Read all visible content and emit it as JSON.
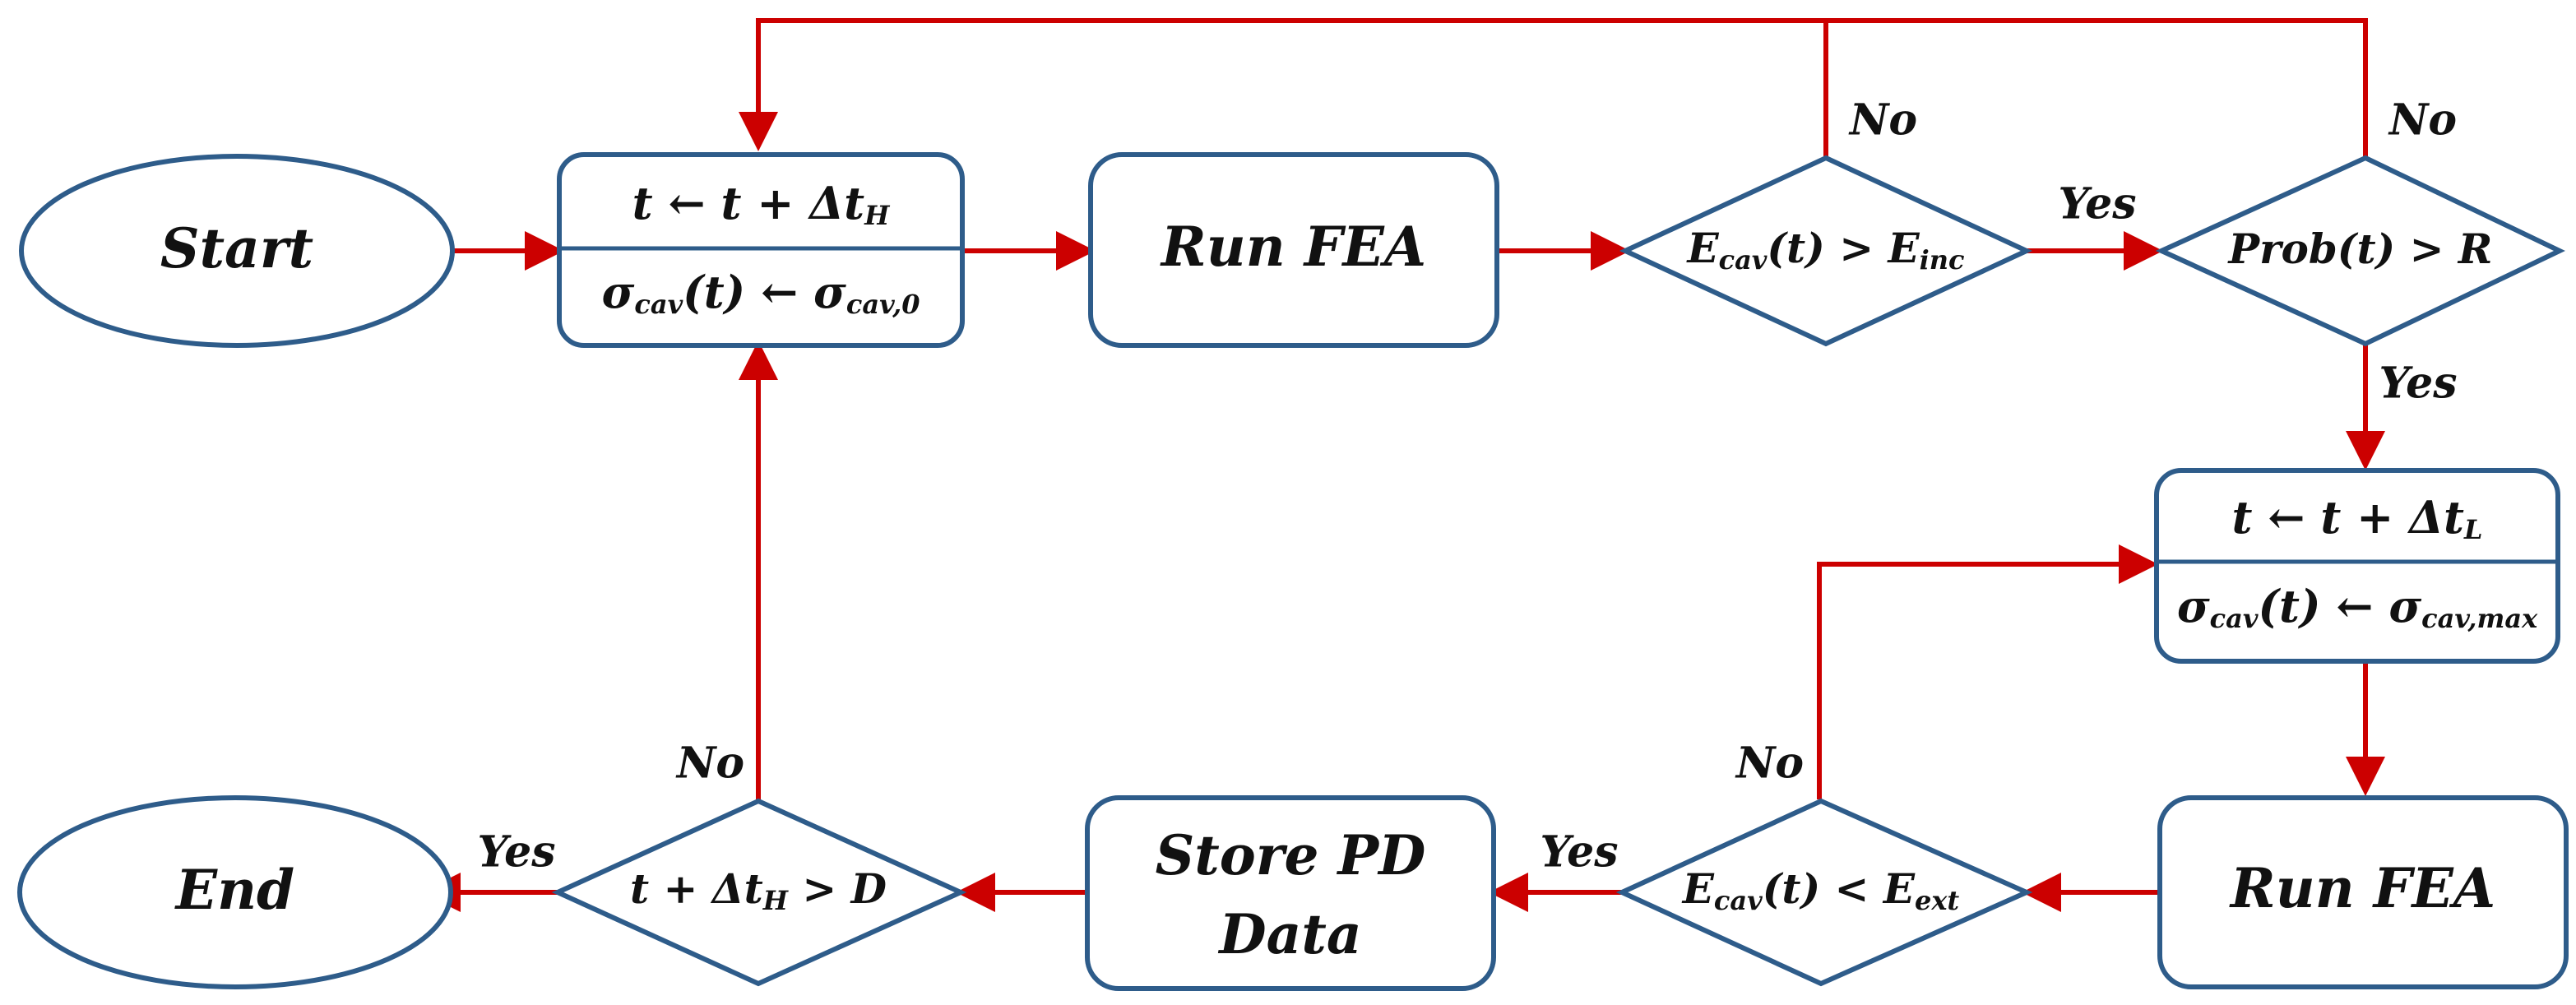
{
  "colors": {
    "node_stroke": "#2e5c8a",
    "arrow": "#cc0000",
    "text": "#111111"
  },
  "nodes": {
    "start": "Start",
    "init": {
      "line1": {
        "pre": "t ← t + Δt",
        "sub": "H"
      },
      "line2": {
        "a": "σ",
        "a_sub": "cav",
        "b": "(t) ← σ",
        "b_sub": "cav,0"
      }
    },
    "fea1": "Run FEA",
    "cond_inc": {
      "a": "E",
      "a_sub": "cav",
      "b": "(t) > E",
      "b_sub": "inc"
    },
    "cond_prob": "Prob(t) > R",
    "update": {
      "line1": {
        "pre": "t ← t + Δt",
        "sub": "L"
      },
      "line2": {
        "a": "σ",
        "a_sub": "cav",
        "b": "(t) ← σ",
        "b_sub": "cav,max"
      }
    },
    "fea2": "Run FEA",
    "cond_ext": {
      "a": "E",
      "a_sub": "cav",
      "b": "(t) < E",
      "b_sub": "ext"
    },
    "store": {
      "line1": "Store PD",
      "line2": "Data"
    },
    "cond_end": {
      "pre": "t + Δt",
      "sub": "H",
      "post": " > D"
    },
    "end": "End"
  },
  "labels": {
    "no_inc": "No",
    "no_prob": "No",
    "yes_inc": "Yes",
    "yes_prob": "Yes",
    "no_ext": "No",
    "yes_ext": "Yes",
    "no_end": "No",
    "yes_end": "Yes"
  }
}
